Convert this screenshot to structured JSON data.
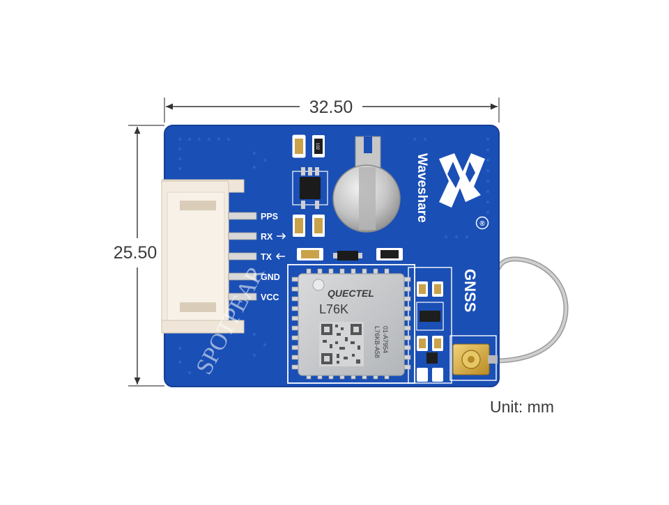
{
  "dimensions": {
    "width_label": "32.50",
    "height_label": "25.50",
    "unit_label": "Unit: mm"
  },
  "board": {
    "brand_text": "Waveshare",
    "registered_mark": "®",
    "gnss_label": "GNSS",
    "pins": [
      {
        "label": "PPS"
      },
      {
        "label": "RX"
      },
      {
        "label": "TX"
      },
      {
        "label": "GND"
      },
      {
        "label": "VCC"
      }
    ],
    "resistor_label": "102"
  },
  "module": {
    "maker": "QUECTEL",
    "model": "L76K",
    "code_line_1": "L76KB-A58",
    "code_line_2": "01-A7954"
  },
  "watermark": "SPOTPEAR",
  "colors": {
    "pcb": "#1a4fb5",
    "connector": "#f3ebe0",
    "shield": "#c9cbcd",
    "dimension_line": "#333333"
  }
}
